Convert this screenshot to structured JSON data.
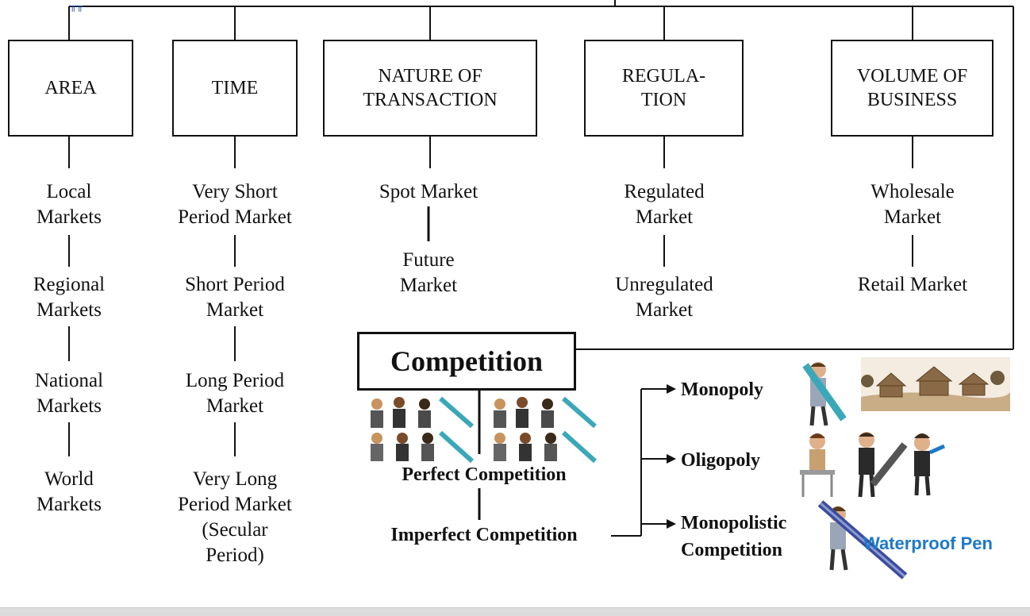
{
  "categories": [
    {
      "key": "area",
      "header": [
        "AREA"
      ],
      "items": [
        [
          "Local",
          "Markets"
        ],
        [
          "Regional",
          "Markets"
        ],
        [
          "National",
          "Markets"
        ],
        [
          "World",
          "Markets"
        ]
      ]
    },
    {
      "key": "time",
      "header": [
        "TIME"
      ],
      "items": [
        [
          "Very Short",
          "Period Market"
        ],
        [
          "Short Period",
          "Market"
        ],
        [
          "Long Period",
          "Market"
        ],
        [
          "Very Long",
          "Period Market",
          "(Secular",
          "Period)"
        ]
      ]
    },
    {
      "key": "nature",
      "header": [
        "NATURE OF",
        "TRANSACTION"
      ],
      "items": [
        [
          "Spot Market"
        ],
        [
          "Future",
          "Market"
        ]
      ]
    },
    {
      "key": "regulation",
      "header": [
        "REGULA-",
        "TION"
      ],
      "items": [
        [
          "Regulated",
          "Market"
        ],
        [
          "Unregulated",
          "Market"
        ]
      ]
    },
    {
      "key": "volume",
      "header": [
        "VOLUME OF",
        "BUSINESS"
      ],
      "items": [
        [
          "Wholesale",
          "Market"
        ],
        [
          "Retail Market"
        ]
      ]
    }
  ],
  "competition": {
    "title": "Competition",
    "perfect": "Perfect Competition",
    "imperfect": "Imperfect Competition",
    "types": [
      "Monopoly",
      "Oligopoly",
      "Monopolistic Competition"
    ],
    "monopolistic_lines": [
      "Monopolistic",
      "Competition"
    ],
    "pen_label": "Waterproof Pen"
  },
  "colors": {
    "line": "#111111",
    "pen_blue": "#1e78c8"
  }
}
